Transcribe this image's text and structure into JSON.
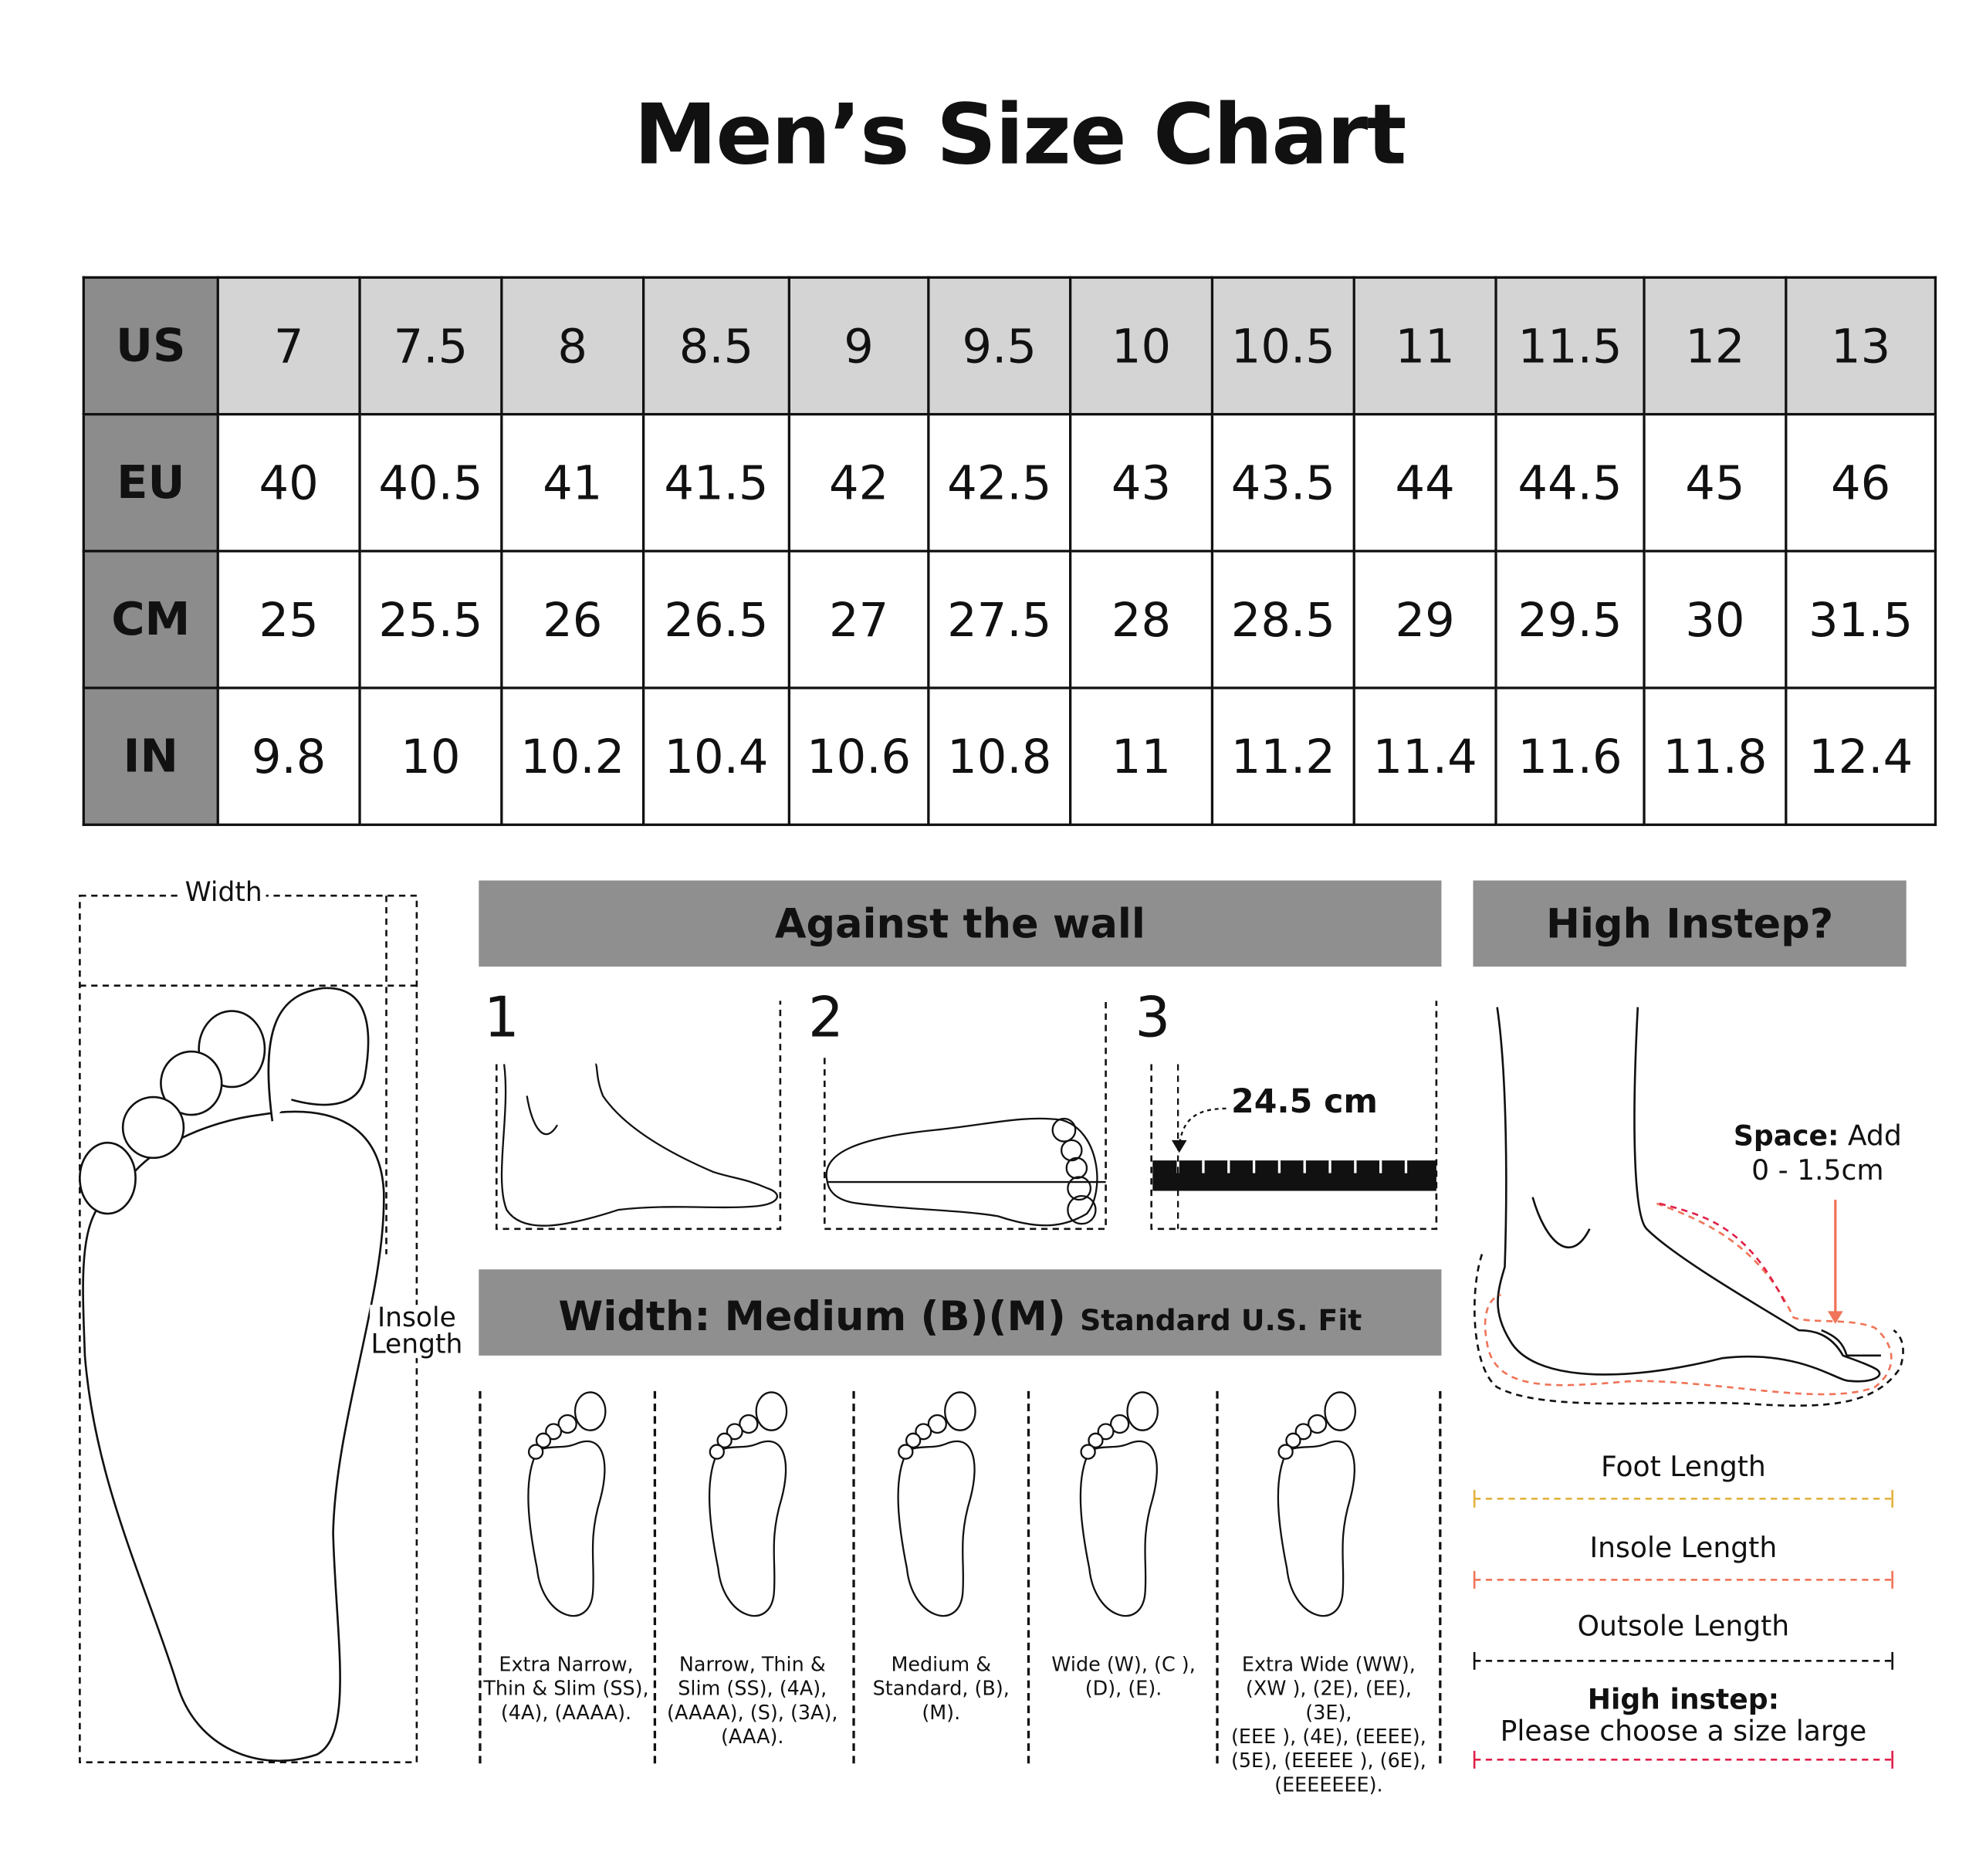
{
  "title": "Men’s Size Chart",
  "table": {
    "rows": [
      {
        "label": "US",
        "values": [
          "7",
          "7.5",
          "8",
          "8.5",
          "9",
          "9.5",
          "10",
          "10.5",
          "11",
          "11.5",
          "12",
          "13"
        ]
      },
      {
        "label": "EU",
        "values": [
          "40",
          "40.5",
          "41",
          "41.5",
          "42",
          "42.5",
          "43",
          "43.5",
          "44",
          "44.5",
          "45",
          "46"
        ]
      },
      {
        "label": "CM",
        "values": [
          "25",
          "25.5",
          "26",
          "26.5",
          "27",
          "27.5",
          "28",
          "28.5",
          "29",
          "29.5",
          "30",
          "31.5"
        ]
      },
      {
        "label": "IN",
        "values": [
          "9.8",
          "10",
          "10.2",
          "10.4",
          "10.6",
          "10.8",
          "11",
          "11.2",
          "11.4",
          "11.6",
          "11.8",
          "12.4"
        ]
      }
    ]
  },
  "foot_diagram": {
    "width_label": "Width",
    "insole_label_1": "Insole",
    "insole_label_2": "Length"
  },
  "wall": {
    "title": "Against the wall",
    "steps": [
      "1",
      "2",
      "3"
    ],
    "measurement": "24.5 cm"
  },
  "width_section": {
    "title": "Width: Medium (B)(M)",
    "subtitle": "Standard U.S. Fit",
    "categories": [
      "Extra Narrow,\nThin & Slim (SS),\n(4A), (AAAA).",
      "Narrow, Thin &\nSlim (SS), (4A),\n(AAAA), (S), (3A),\n(AAA).",
      "Medium &\nStandard, (B),\n(M).",
      "Wide (W), (C ),\n(D), (E).",
      "Extra Wide (WW),\n(XW ), (2E), (EE), (3E),\n(EEE ), (4E), (EEEE),\n(5E), (EEEEE ), (6E),\n(EEEEEEE)."
    ]
  },
  "high_instep": {
    "title": "High Instep?",
    "space_bold": "Space:",
    "space_text": " Add",
    "space_range": "0 - 1.5cm",
    "legend": [
      {
        "label": "Foot Length",
        "color": "#e2b23c"
      },
      {
        "label": "Insole Length",
        "color": "#f07458"
      },
      {
        "label": "Outsole Length",
        "color": "#111111"
      }
    ],
    "note_bold": "High instep:",
    "note_text": "Please choose a size large",
    "note_color": "#e0204a"
  }
}
